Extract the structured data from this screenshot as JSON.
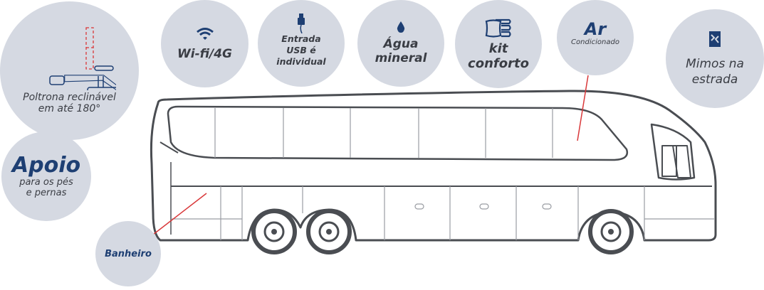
{
  "colors": {
    "circle": "#d5d9e2",
    "text": "#3a3d44",
    "accent": "#1e3f73",
    "pointer": "#d9383a",
    "bus_outline": "#4a4d52"
  },
  "features": {
    "seat": {
      "line1": "Poltrona reclinável",
      "line2": "em até 180°",
      "icon": "reclining-seat-icon"
    },
    "support": {
      "title": "Apoio",
      "line1": "para os pés",
      "line2": "e pernas"
    },
    "wifi": {
      "label": "Wi-fi/4G",
      "icon": "wifi-icon"
    },
    "usb": {
      "line1": "Entrada",
      "line2": "USB é",
      "line3": "individual",
      "icon": "usb-icon"
    },
    "water": {
      "line1": "Água",
      "line2": "mineral",
      "icon": "water-drop-icon"
    },
    "kit": {
      "line1": "kit",
      "line2": "conforto",
      "icon": "pillow-icon"
    },
    "ac": {
      "title": "Ar",
      "subtitle": "Condicionado"
    },
    "snacks": {
      "line1": "Mimos na",
      "line2": "estrada",
      "icon": "snack-icon"
    },
    "bathroom": {
      "label": "Banheiro"
    }
  }
}
